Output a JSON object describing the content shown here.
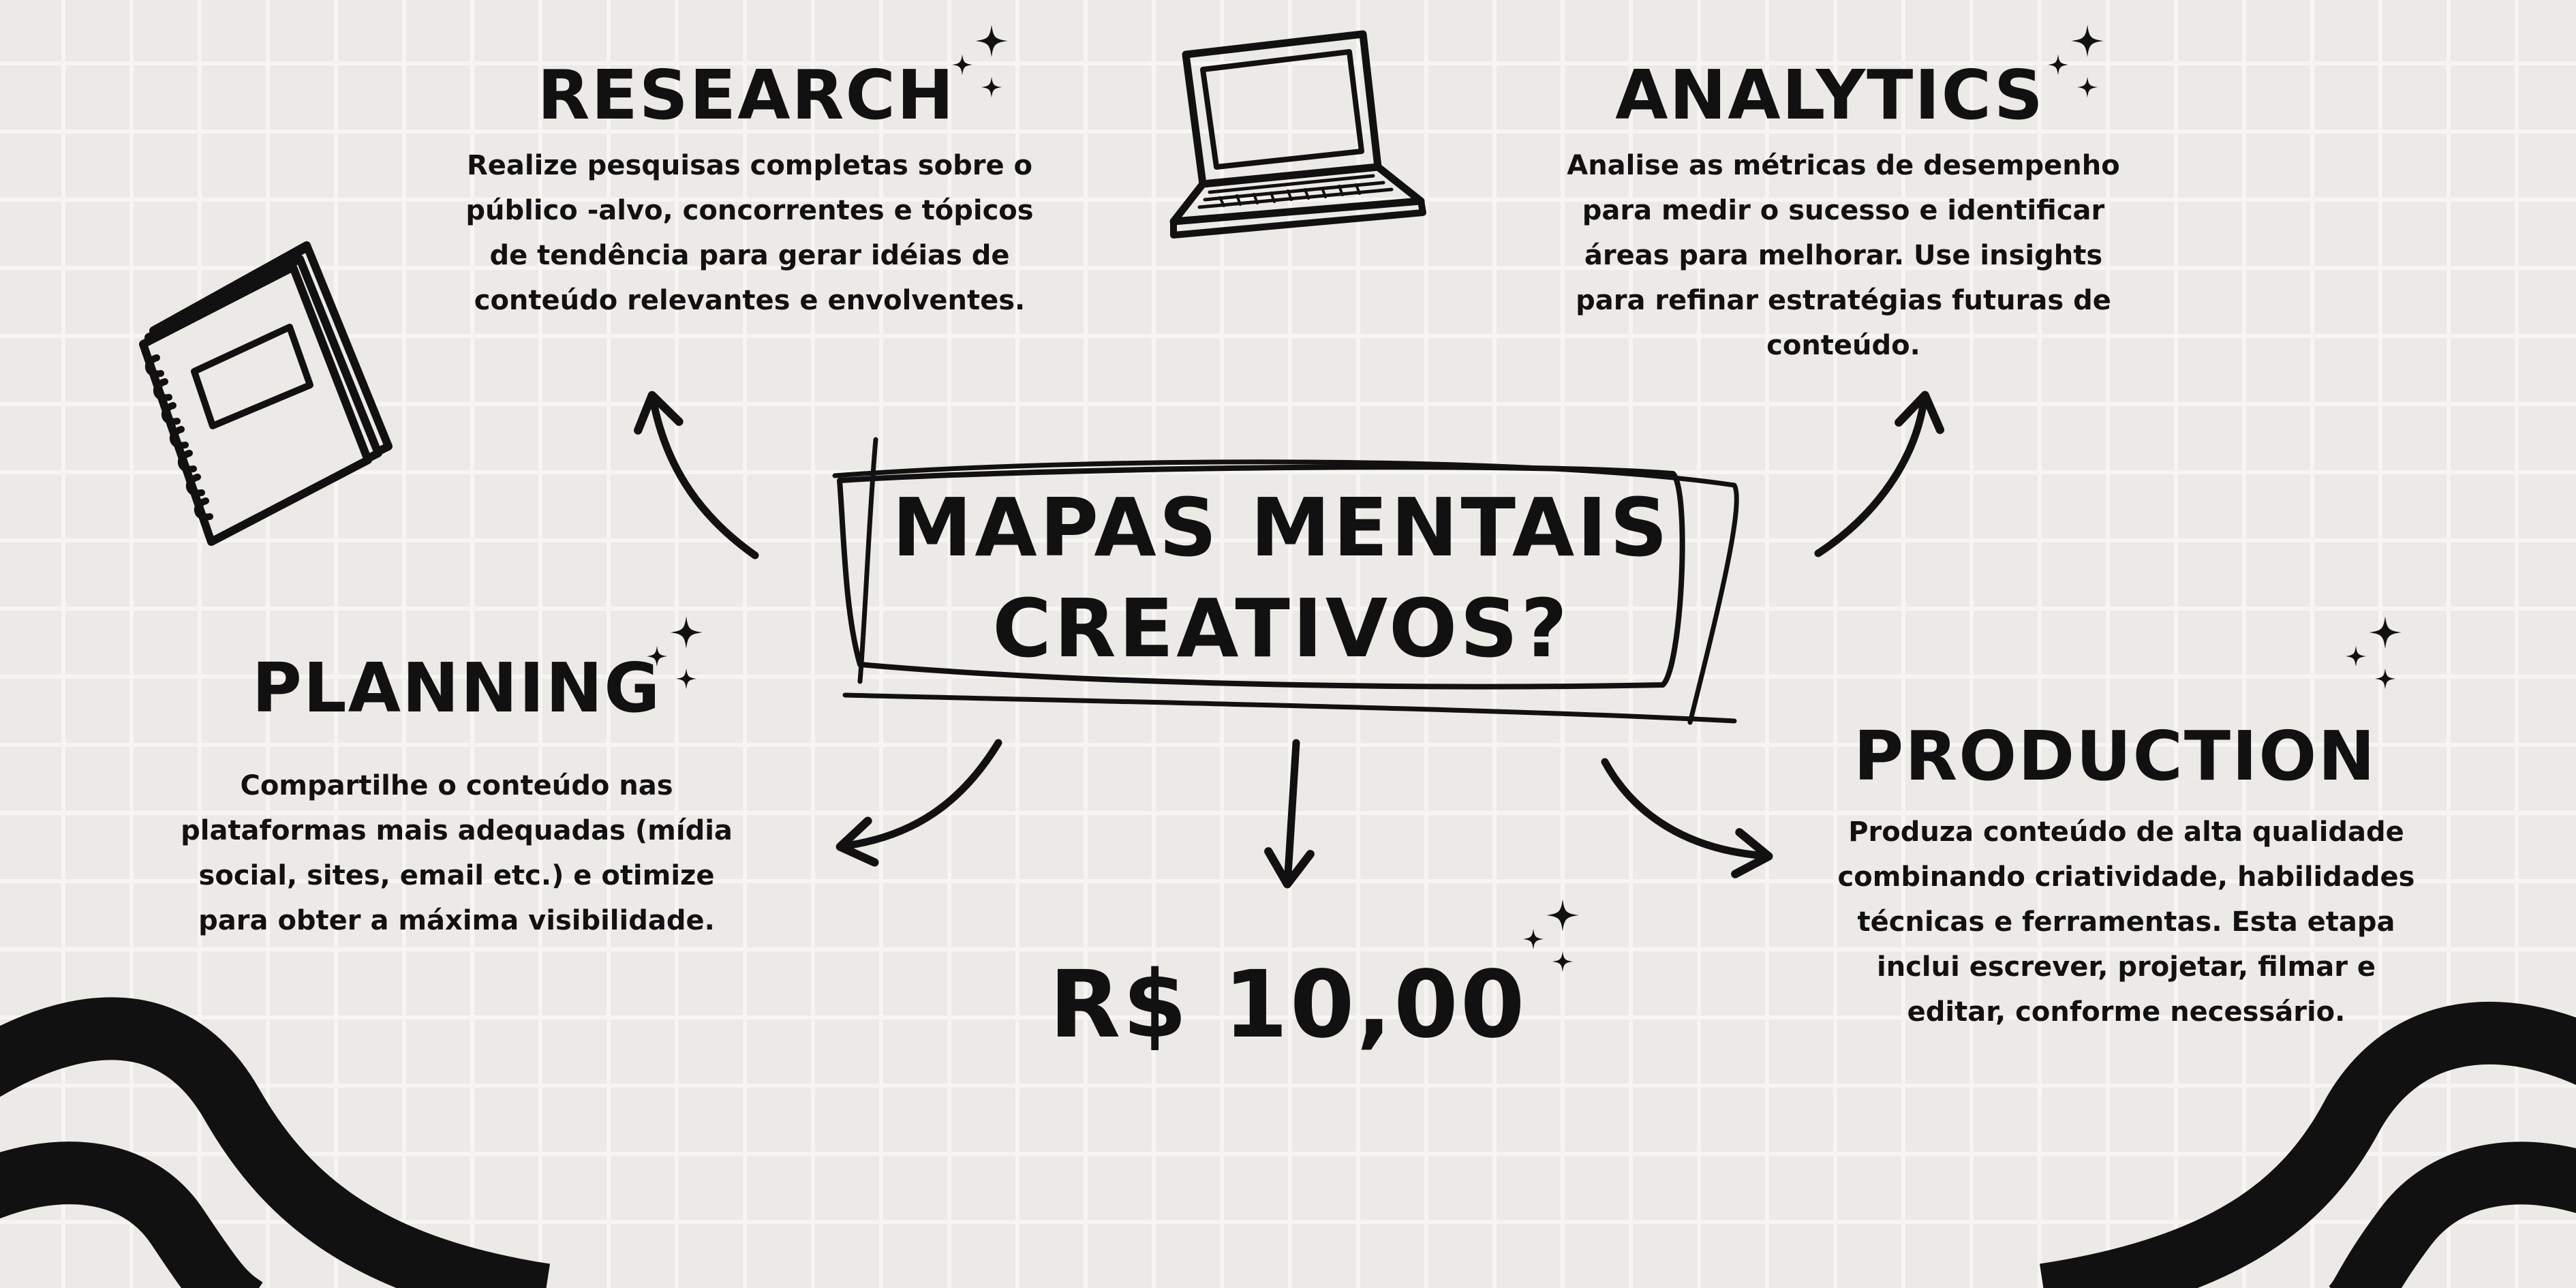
{
  "center": {
    "title_line1": "MAPAS MENTAIS",
    "title_line2": "CREATIVOS?"
  },
  "price": "R$ 10,00",
  "nodes": {
    "research": {
      "title": "RESEARCH",
      "text": "Realize pesquisas completas sobre o público -alvo, concorrentes e tópicos de tendência para gerar idéias de conteúdo relevantes e envolventes."
    },
    "analytics": {
      "title": "ANALYTICS",
      "text": "Analise as métricas de desempenho para medir o sucesso e identificar áreas para melhorar. Use insights para refinar estratégias futuras de conteúdo."
    },
    "planning": {
      "title": "PLANNING",
      "text": "Compartilhe o conteúdo nas plataformas mais adequadas (mídia social, sites, email etc.) e otimize para obter a máxima visibilidade."
    },
    "production": {
      "title": "PRODUCTION",
      "text": "Produza conteúdo de alta qualidade combinando criatividade, habilidades técnicas e ferramentas. Esta etapa inclui escrever, projetar, filmar e editar, conforme necessário."
    }
  },
  "colors": {
    "background": "#ebeae6",
    "grid": "#f6f5f2",
    "ink": "#111111"
  },
  "icons": [
    "notebook-icon",
    "laptop-icon",
    "sparkle-icon",
    "arrow-icon",
    "wave-decoration"
  ]
}
